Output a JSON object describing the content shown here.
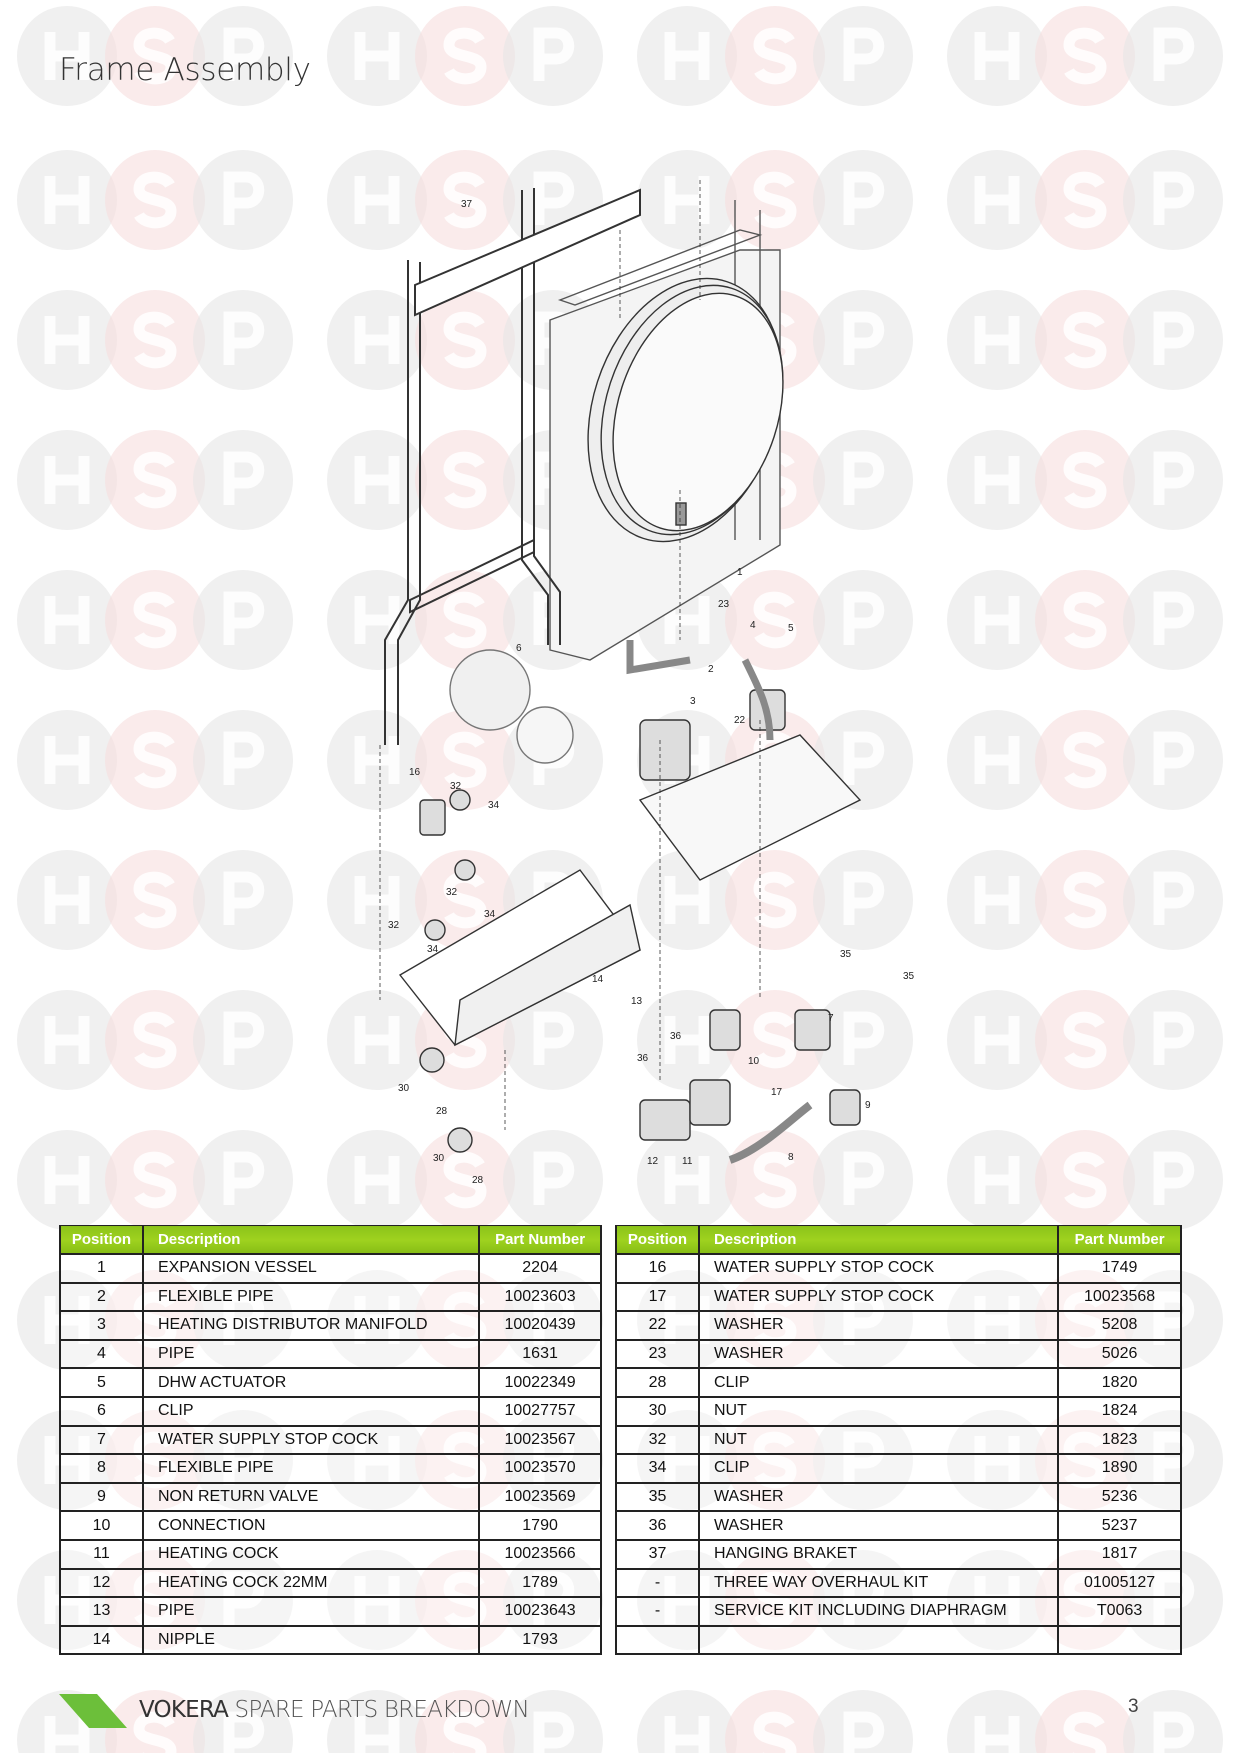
{
  "page_title": "Frame Assembly",
  "table_headers": {
    "position": "Position",
    "description": "Description",
    "part_number": "Part Number"
  },
  "parts_left": [
    {
      "pos": "1",
      "desc": "EXPANSION VESSEL",
      "part": "2204"
    },
    {
      "pos": "2",
      "desc": "FLEXIBLE PIPE",
      "part": "10023603"
    },
    {
      "pos": "3",
      "desc": "HEATING DISTRIBUTOR MANIFOLD",
      "part": "10020439"
    },
    {
      "pos": "4",
      "desc": "PIPE",
      "part": "1631"
    },
    {
      "pos": "5",
      "desc": "DHW ACTUATOR",
      "part": "10022349"
    },
    {
      "pos": "6",
      "desc": "CLIP",
      "part": "10027757"
    },
    {
      "pos": "7",
      "desc": "WATER SUPPLY STOP COCK",
      "part": "10023567"
    },
    {
      "pos": "8",
      "desc": "FLEXIBLE PIPE",
      "part": "10023570"
    },
    {
      "pos": "9",
      "desc": "NON RETURN VALVE",
      "part": "10023569"
    },
    {
      "pos": "10",
      "desc": "CONNECTION",
      "part": "1790"
    },
    {
      "pos": "11",
      "desc": "HEATING COCK",
      "part": "10023566"
    },
    {
      "pos": "12",
      "desc": "HEATING COCK 22MM",
      "part": "1789"
    },
    {
      "pos": "13",
      "desc": "PIPE",
      "part": "10023643"
    },
    {
      "pos": "14",
      "desc": "NIPPLE",
      "part": "1793"
    }
  ],
  "parts_right": [
    {
      "pos": "16",
      "desc": "WATER SUPPLY STOP COCK",
      "part": "1749"
    },
    {
      "pos": "17",
      "desc": "WATER SUPPLY STOP COCK",
      "part": "10023568"
    },
    {
      "pos": "22",
      "desc": "WASHER",
      "part": "5208"
    },
    {
      "pos": "23",
      "desc": "WASHER",
      "part": "5026"
    },
    {
      "pos": "28",
      "desc": "CLIP",
      "part": "1820"
    },
    {
      "pos": "30",
      "desc": "NUT",
      "part": "1824"
    },
    {
      "pos": "32",
      "desc": "NUT",
      "part": "1823"
    },
    {
      "pos": "34",
      "desc": "CLIP",
      "part": "1890"
    },
    {
      "pos": "35",
      "desc": "WASHER",
      "part": "5236"
    },
    {
      "pos": "36",
      "desc": "WASHER",
      "part": "5237"
    },
    {
      "pos": "37",
      "desc": "HANGING BRAKET",
      "part": "1817"
    },
    {
      "pos": "-",
      "desc": "THREE WAY OVERHAUL KIT",
      "part": "01005127"
    },
    {
      "pos": "-",
      "desc": "SERVICE KIT INCLUDING DIAPHRAGM",
      "part": "T0063"
    },
    {
      "pos": "",
      "desc": "",
      "part": ""
    }
  ],
  "diagram_callouts": [
    "37",
    "1",
    "23",
    "6",
    "2",
    "4",
    "5",
    "3",
    "22",
    "16",
    "32",
    "34",
    "32",
    "32",
    "34",
    "34",
    "35",
    "35",
    "14",
    "13",
    "7",
    "36",
    "36",
    "10",
    "17",
    "9",
    "30",
    "28",
    "8",
    "12",
    "11",
    "30",
    "28"
  ],
  "watermark": [
    "H",
    "S",
    "P"
  ],
  "footer": {
    "brand": "VOKERA",
    "subtitle": " SPARE PARTS BREAKDOWN",
    "page_number": "3"
  },
  "colors": {
    "header_green": "#95cb1c",
    "footer_green": "#6cbf3a",
    "watermark_gray": "#e6e6e6",
    "watermark_pink": "#f6dede"
  }
}
